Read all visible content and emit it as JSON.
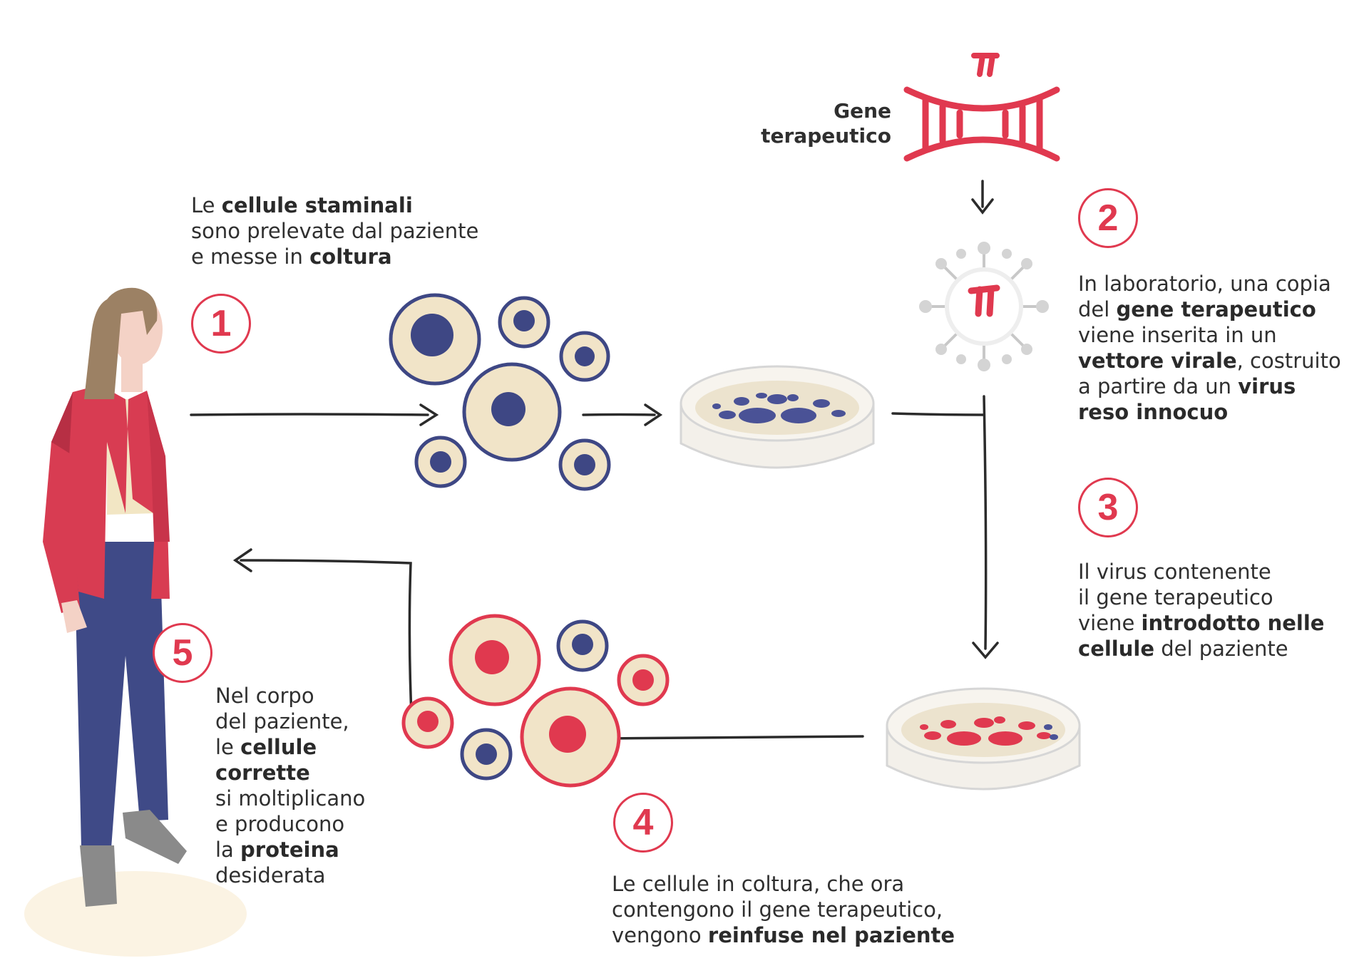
{
  "colors": {
    "accent_red": "#e0394f",
    "cell_blue": "#3e4784",
    "cell_cream": "#f1e4c8",
    "dish_grey": "#d6d6d6",
    "text": "#2f2f2f"
  },
  "gene": {
    "label_line1": "Gene",
    "label_line2": "terapeutico",
    "icon": "dna-helix-icon"
  },
  "steps": [
    {
      "number": "1",
      "lines": [
        [
          {
            "t": "Le "
          },
          {
            "t": "cellule staminali",
            "b": true
          }
        ],
        [
          {
            "t": "sono prelevate dal paziente"
          }
        ],
        [
          {
            "t": "e messe in "
          },
          {
            "t": "coltura",
            "b": true
          }
        ]
      ]
    },
    {
      "number": "2",
      "lines": [
        [
          {
            "t": "In laboratorio, una copia"
          }
        ],
        [
          {
            "t": "del "
          },
          {
            "t": "gene terapeutico",
            "b": true
          }
        ],
        [
          {
            "t": "viene inserita in un"
          }
        ],
        [
          {
            "t": "vettore virale",
            "b": true
          },
          {
            "t": ", costruito"
          }
        ],
        [
          {
            "t": "a partire da un "
          },
          {
            "t": "virus",
            "b": true
          }
        ],
        [
          {
            "t": "reso innocuo",
            "b": true
          }
        ]
      ]
    },
    {
      "number": "3",
      "lines": [
        [
          {
            "t": "Il virus contenente"
          }
        ],
        [
          {
            "t": "il gene terapeutico"
          }
        ],
        [
          {
            "t": "viene "
          },
          {
            "t": "introdotto nelle",
            "b": true
          }
        ],
        [
          {
            "t": "cellule",
            "b": true
          },
          {
            "t": " del paziente"
          }
        ]
      ]
    },
    {
      "number": "4",
      "lines": [
        [
          {
            "t": "Le cellule in coltura, che ora"
          }
        ],
        [
          {
            "t": "contengono il gene terapeutico,"
          }
        ],
        [
          {
            "t": "vengono "
          },
          {
            "t": "reinfuse nel paziente",
            "b": true
          }
        ]
      ]
    },
    {
      "number": "5",
      "lines": [
        [
          {
            "t": "Nel corpo"
          }
        ],
        [
          {
            "t": "del paziente,"
          }
        ],
        [
          {
            "t": "le "
          },
          {
            "t": "cellule",
            "b": true
          }
        ],
        [
          {
            "t": "corrette",
            "b": true
          }
        ],
        [
          {
            "t": "si moltiplicano"
          }
        ],
        [
          {
            "t": "e producono"
          }
        ],
        [
          {
            "t": "la "
          },
          {
            "t": "proteina",
            "b": true
          }
        ],
        [
          {
            "t": "desiderata"
          }
        ]
      ]
    }
  ],
  "icons": [
    "patient-figure",
    "stem-cells-cluster",
    "petri-dish-blue-icon",
    "virus-vector-icon",
    "petri-dish-red-icon",
    "corrected-cells-cluster",
    "arrow-icon"
  ]
}
